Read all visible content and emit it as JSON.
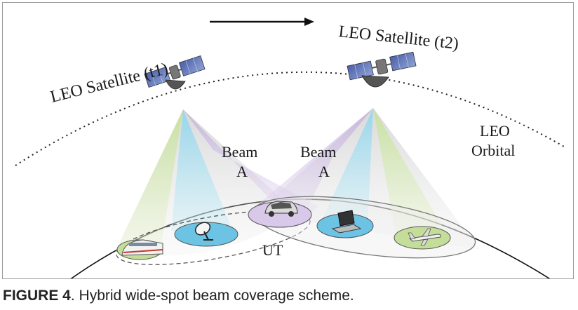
{
  "labels": {
    "satellite_t1": "LEO Satellite (t1)",
    "satellite_t2": "LEO Satellite (t2)",
    "orbit_line1": "LEO",
    "orbit_line2": "Orbital",
    "beam_left_word": "Beam",
    "beam_left_letter": "A",
    "beam_right_word": "Beam",
    "beam_right_letter": "A",
    "ut": "UT"
  },
  "caption": {
    "figure_number": "FIGURE 4",
    "text": ". Hybrid wide-spot beam coverage scheme."
  },
  "icons": [
    "satellite-icon",
    "train-icon",
    "dish-antenna-icon",
    "car-icon",
    "laptop-icon",
    "airplane-icon"
  ],
  "colors": {
    "spot_beam_cyan": "#9fdcf0",
    "spot_beam_green": "#cfe6a8",
    "wide_beam_purple": "#c9b7df",
    "spot_fill_blue": "#6cc3e3",
    "spot_fill_green": "#c4de9a",
    "spot_fill_purple": "#d8c8ea"
  }
}
